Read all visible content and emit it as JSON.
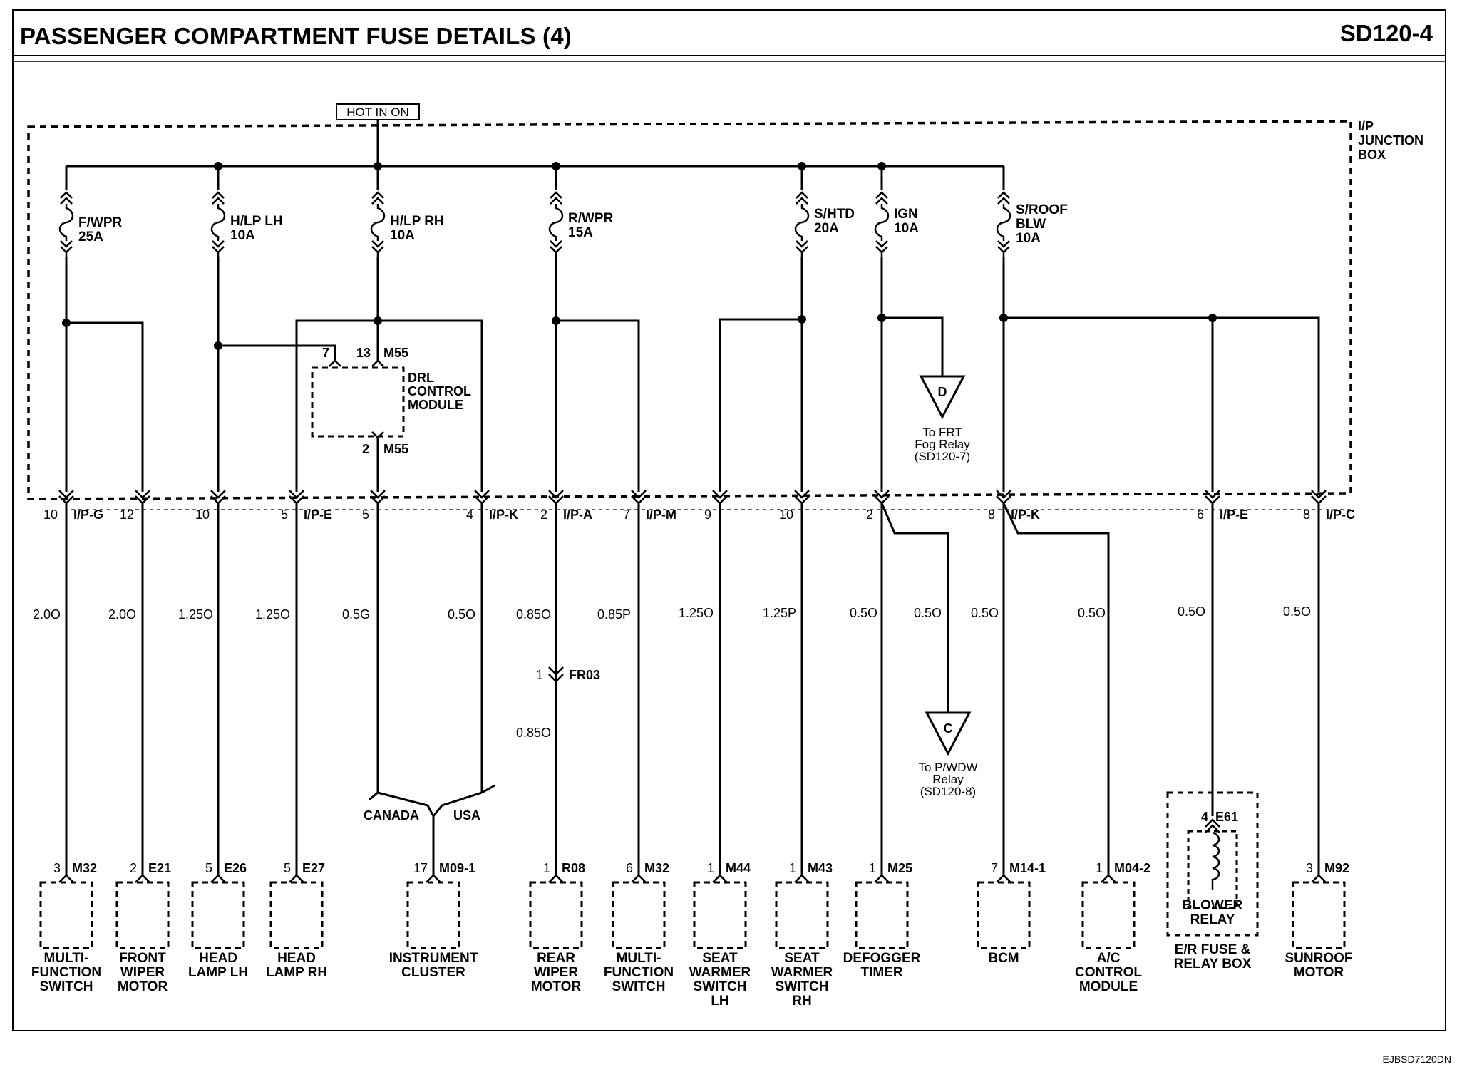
{
  "header": {
    "title": "PASSENGER COMPARTMENT FUSE DETAILS (4)",
    "code": "SD120-4"
  },
  "footer": {
    "code": "EJBSD7120DN"
  },
  "hot_in_on": "HOT IN ON",
  "junction_box": [
    "I/P",
    "JUNCTION",
    "BOX"
  ],
  "fuses": [
    {
      "name": "F/WPR",
      "rating": "25A"
    },
    {
      "name": "H/LP LH",
      "rating": "10A"
    },
    {
      "name": "H/LP RH",
      "rating": "10A"
    },
    {
      "name": "R/WPR",
      "rating": "15A"
    },
    {
      "name": "S/HTD",
      "rating": "20A"
    },
    {
      "name": "IGN",
      "rating": "10A"
    },
    {
      "name": "S/ROOF",
      "name2": "BLW",
      "rating": "10A"
    }
  ],
  "drl": {
    "pin_a": "7",
    "pin_b": "13",
    "conn": "M55",
    "name": [
      "DRL",
      "CONTROL",
      "MODULE"
    ],
    "out_pin": "2",
    "out_conn": "M55"
  },
  "offpage_d": {
    "letter": "D",
    "text": [
      "To FRT",
      "Fog Relay",
      "(SD120-7)"
    ]
  },
  "offpage_c": {
    "letter": "C",
    "text": [
      "To P/WDW",
      "Relay",
      "(SD120-8)"
    ]
  },
  "ip_connectors": [
    {
      "pin": "10",
      "conn": "I/P-G"
    },
    {
      "pin": "12",
      "conn": ""
    },
    {
      "pin": "10",
      "conn": ""
    },
    {
      "pin": "5",
      "conn": "I/P-E"
    },
    {
      "pin": "5",
      "conn": ""
    },
    {
      "pin": "4",
      "conn": "I/P-K"
    },
    {
      "pin": "2",
      "conn": "I/P-A"
    },
    {
      "pin": "7",
      "conn": "I/P-M"
    },
    {
      "pin": "9",
      "conn": ""
    },
    {
      "pin": "10",
      "conn": ""
    },
    {
      "pin": "2",
      "conn": ""
    },
    {
      "pin": "8",
      "conn": "I/P-K"
    },
    {
      "pin": "6",
      "conn": "I/P-E"
    },
    {
      "pin": "8",
      "conn": "I/P-C"
    }
  ],
  "wires": [
    "2.0O",
    "2.0O",
    "1.25O",
    "1.25O",
    "0.5G",
    "0.5O",
    "0.85O",
    "0.85P",
    "1.25O",
    "1.25P",
    "0.5O",
    "0.5O",
    "0.5O",
    "0.5O",
    "0.5O",
    "0.5O"
  ],
  "fr03": {
    "pin": "1",
    "conn": "FR03",
    "wire_below": "0.85O"
  },
  "canada": "CANADA",
  "usa": "USA",
  "components": [
    {
      "pin": "3",
      "conn": "M32",
      "name": [
        "MULTI-",
        "FUNCTION",
        "SWITCH"
      ]
    },
    {
      "pin": "2",
      "conn": "E21",
      "name": [
        "FRONT",
        "WIPER",
        "MOTOR"
      ]
    },
    {
      "pin": "5",
      "conn": "E26",
      "name": [
        "HEAD",
        "LAMP LH"
      ]
    },
    {
      "pin": "5",
      "conn": "E27",
      "name": [
        "HEAD",
        "LAMP RH"
      ]
    },
    {
      "pin": "17",
      "conn": "M09-1",
      "name": [
        "INSTRUMENT",
        "CLUSTER"
      ]
    },
    {
      "pin": "1",
      "conn": "R08",
      "name": [
        "REAR",
        "WIPER",
        "MOTOR"
      ]
    },
    {
      "pin": "6",
      "conn": "M32",
      "name": [
        "MULTI-",
        "FUNCTION",
        "SWITCH"
      ]
    },
    {
      "pin": "1",
      "conn": "M44",
      "name": [
        "SEAT",
        "WARMER",
        "SWITCH",
        "LH"
      ]
    },
    {
      "pin": "1",
      "conn": "M43",
      "name": [
        "SEAT",
        "WARMER",
        "SWITCH",
        "RH"
      ]
    },
    {
      "pin": "1",
      "conn": "M25",
      "name": [
        "DEFOGGER",
        "TIMER"
      ]
    },
    {
      "pin": "7",
      "conn": "M14-1",
      "name": [
        "BCM"
      ]
    },
    {
      "pin": "1",
      "conn": "M04-2",
      "name": [
        "A/C",
        "CONTROL",
        "MODULE"
      ]
    },
    {
      "pin": "4",
      "conn": "E61",
      "name": [
        "E/R FUSE &",
        "RELAY BOX"
      ],
      "inner": [
        "BLOWER",
        "RELAY"
      ]
    },
    {
      "pin": "3",
      "conn": "M92",
      "name": [
        "SUNROOF",
        "MOTOR"
      ]
    }
  ]
}
